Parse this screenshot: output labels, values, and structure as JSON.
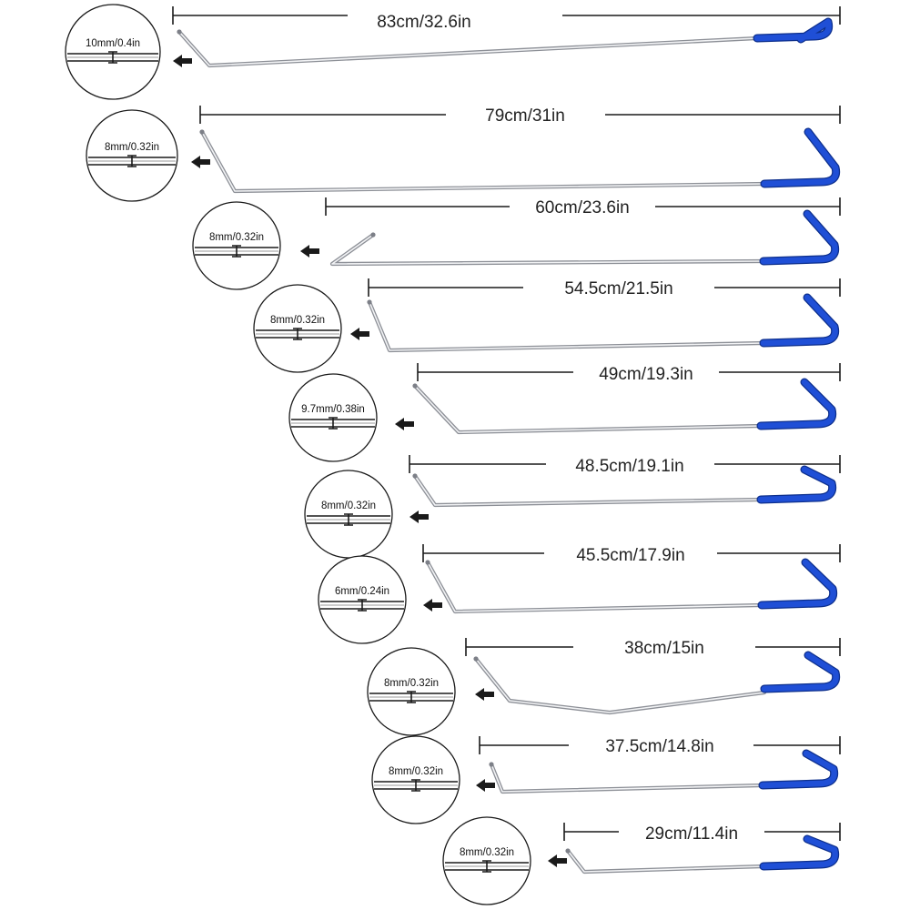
{
  "colors": {
    "handle": "#1f4fd6",
    "rod": "#b9bcc2",
    "rod_highlight": "#f2f3f5",
    "ink": "#1a1a1a"
  },
  "rods": [
    {
      "length_label": "83cm/32.6in",
      "diameter_label": "10mm/0.4in",
      "tip": "hook-down"
    },
    {
      "length_label": "79cm/31in",
      "diameter_label": "8mm/0.32in",
      "tip": "long-bend"
    },
    {
      "length_label": "60cm/23.6in",
      "diameter_label": "8mm/0.32in",
      "tip": "hook-up"
    },
    {
      "length_label": "54.5cm/21.5in",
      "diameter_label": "8mm/0.32in",
      "tip": "bend"
    },
    {
      "length_label": "49cm/19.3in",
      "diameter_label": "9.7mm/0.38in",
      "tip": "bend"
    },
    {
      "length_label": "48.5cm/19.1in",
      "diameter_label": "8mm/0.32in",
      "tip": "bend"
    },
    {
      "length_label": "45.5cm/17.9in",
      "diameter_label": "6mm/0.24in",
      "tip": "bend"
    },
    {
      "length_label": "38cm/15in",
      "diameter_label": "8mm/0.32in",
      "tip": "v-bend"
    },
    {
      "length_label": "37.5cm/14.8in",
      "diameter_label": "8mm/0.32in",
      "tip": "short-bend"
    },
    {
      "length_label": "29cm/11.4in",
      "diameter_label": "8mm/0.32in",
      "tip": "short-bend"
    }
  ]
}
